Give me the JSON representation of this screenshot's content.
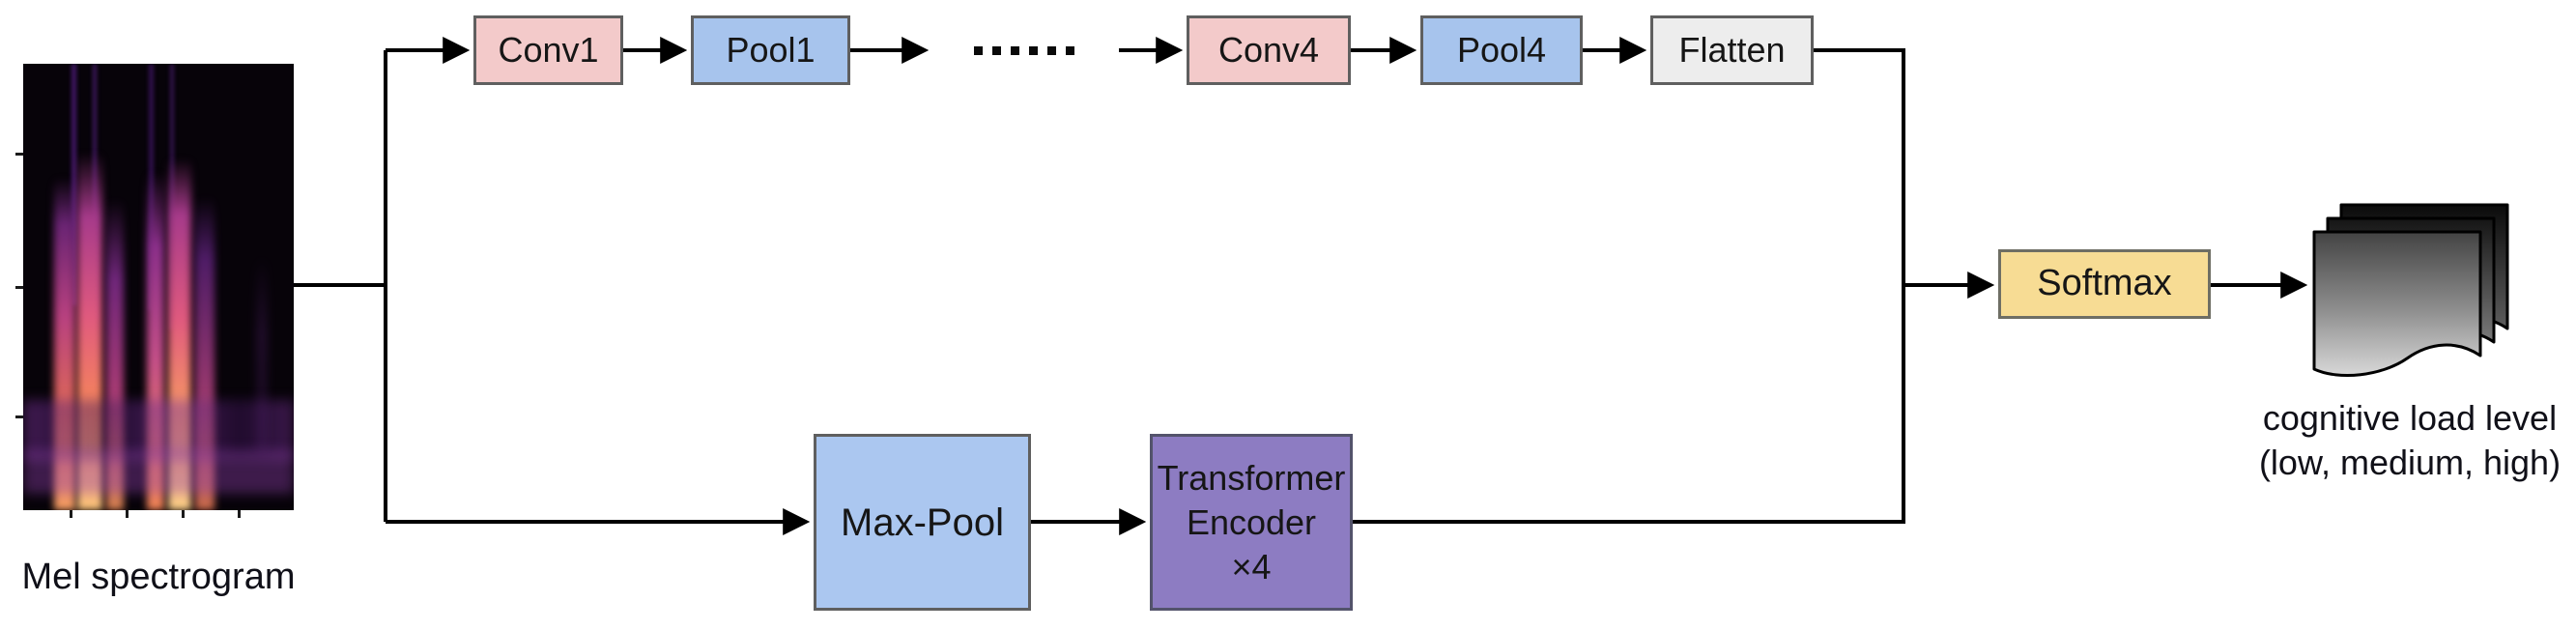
{
  "diagram": {
    "input": {
      "label": "Mel spectrogram"
    },
    "cnn_branch": {
      "conv1": "Conv1",
      "pool1": "Pool1",
      "conv4": "Conv4",
      "pool4": "Pool4",
      "flatten": "Flatten"
    },
    "attention_branch": {
      "maxpool": "Max-Pool",
      "transformer_line1": "Transformer",
      "transformer_line2": "Encoder",
      "transformer_line3": "×4"
    },
    "classifier": {
      "softmax": "Softmax"
    },
    "output": {
      "caption_line1": "cognitive load level",
      "caption_line2": "(low, medium, high)"
    },
    "icons": {
      "spectrogram": "mel-spectrogram-image",
      "ellipsis": "ellipsis-dots",
      "documents": "document-stack"
    },
    "colors": {
      "conv_fill": "#f3caca",
      "pool_fill": "#a7c4ed",
      "flatten_fill": "#ededed",
      "softmax_fill": "#f7dc94",
      "maxpool_fill": "#abc7f0",
      "transformer_fill": "#8d7cc2",
      "box_border": "#5f5f5f",
      "line": "#000000"
    }
  }
}
